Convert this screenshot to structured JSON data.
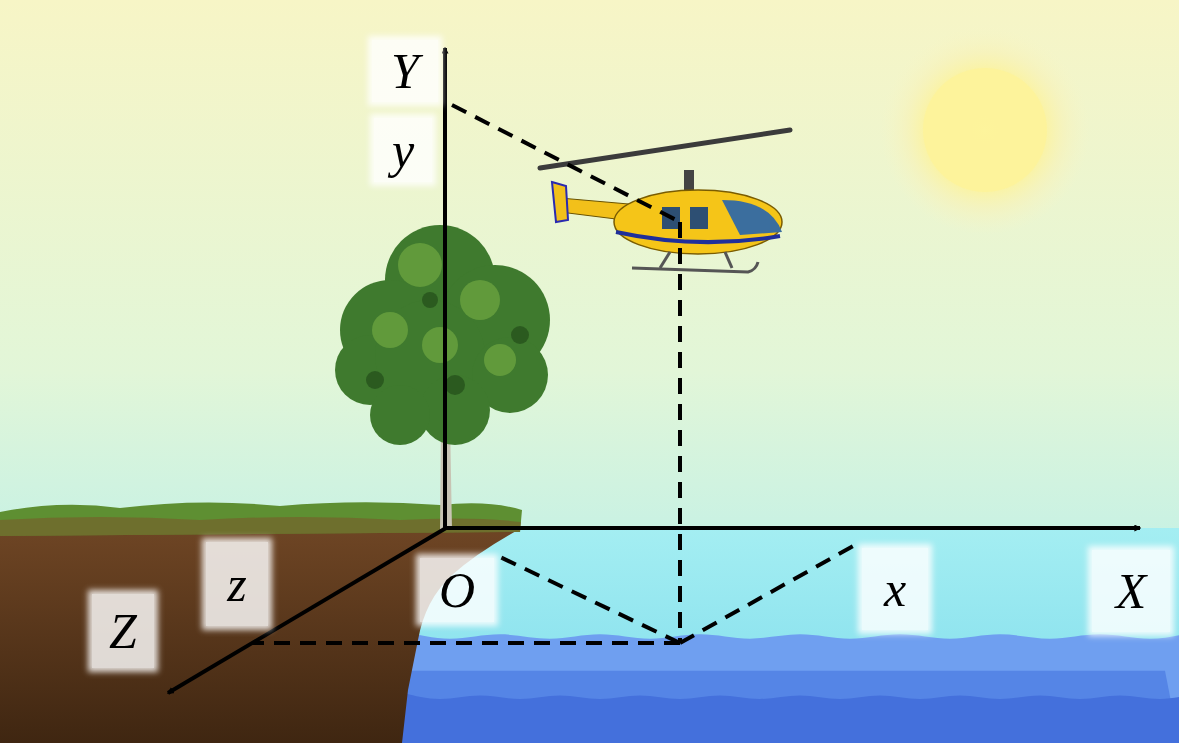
{
  "diagram": {
    "labels": [
      "Y",
      "y",
      "z",
      "O",
      "x",
      "Z",
      "X"
    ]
  }
}
